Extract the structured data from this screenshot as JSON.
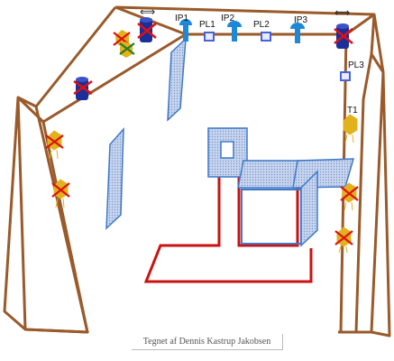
{
  "diagram": {
    "labels": {
      "ip1": "IP1",
      "ip2": "IP2",
      "ip3": "IP3",
      "pl1": "PL1",
      "pl2": "PL2",
      "pl3": "PL3",
      "t1": "T1",
      "arrow_left": "⟺",
      "arrow_right": "⟺"
    },
    "caption": "Tegnet af Dennis Kastrup Jakobsen",
    "colors": {
      "frame": "#9a5a2a",
      "panel_fill": "#b9cbe8",
      "panel_stroke": "#3f79c8",
      "pipe": "#cc1111",
      "camera_body": "#1a2f9a",
      "sensor_yellow": "#e1b21b",
      "cross_red": "#e01010",
      "cross_green": "#2a7a2a",
      "light_box": "#4a62d8",
      "ip_lamp": "#1e88d8"
    }
  }
}
